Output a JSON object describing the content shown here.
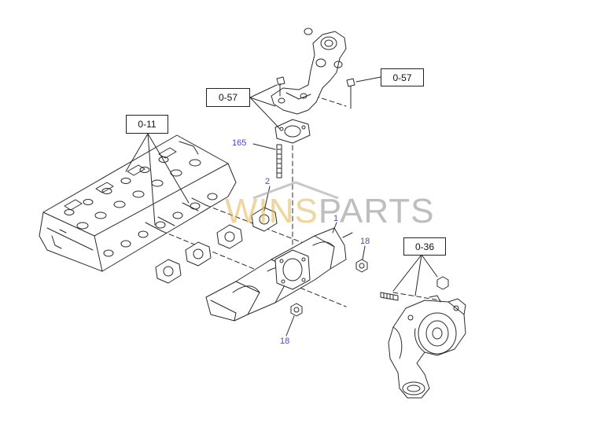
{
  "diagram": {
    "ref_boxes": [
      {
        "id": "ref-0-57-left",
        "label": "0-57"
      },
      {
        "id": "ref-0-57-right",
        "label": "0-57"
      },
      {
        "id": "ref-0-11",
        "label": "0-11"
      },
      {
        "id": "ref-0-36",
        "label": "0-36"
      }
    ],
    "callouts": [
      {
        "id": "callout-165",
        "label": "165"
      },
      {
        "id": "callout-2",
        "label": "2"
      },
      {
        "id": "callout-1",
        "label": "1"
      },
      {
        "id": "callout-18-right",
        "label": "18"
      },
      {
        "id": "callout-18-bottom",
        "label": "18"
      }
    ]
  },
  "watermark": {
    "part1": "WINS",
    "part2": "PARTS"
  },
  "colors": {
    "line": "#2a2a2a",
    "callout": "#4a4ac0",
    "watermark_gold": "#e3b552",
    "watermark_gray": "#8a8a8a"
  }
}
